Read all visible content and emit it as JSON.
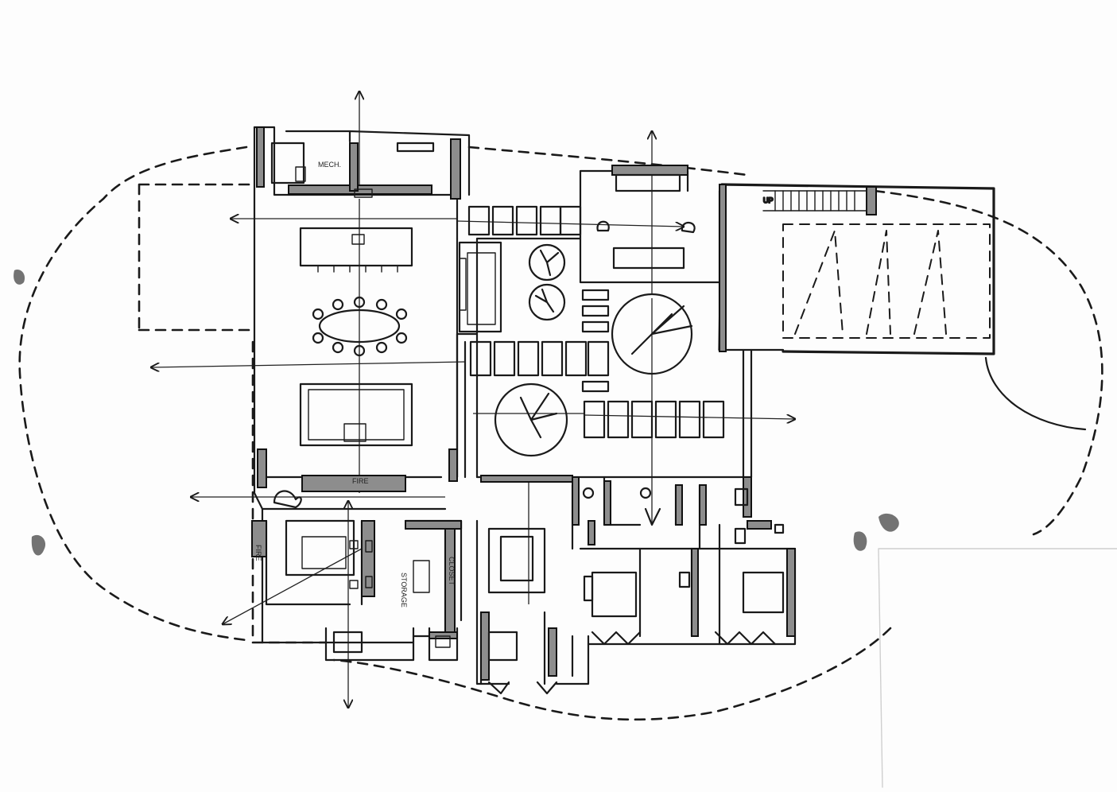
{
  "labels": {
    "mech": "MECH.",
    "up": "UP",
    "fire_main": "FIRE",
    "fire_bed": "FIRE",
    "closet": "CLOSET",
    "storage": "STORAGE"
  },
  "colors": {
    "ink": "#1a1a1a",
    "wall_fill": "#8d8d8d",
    "paper": "#fdfdfd"
  }
}
